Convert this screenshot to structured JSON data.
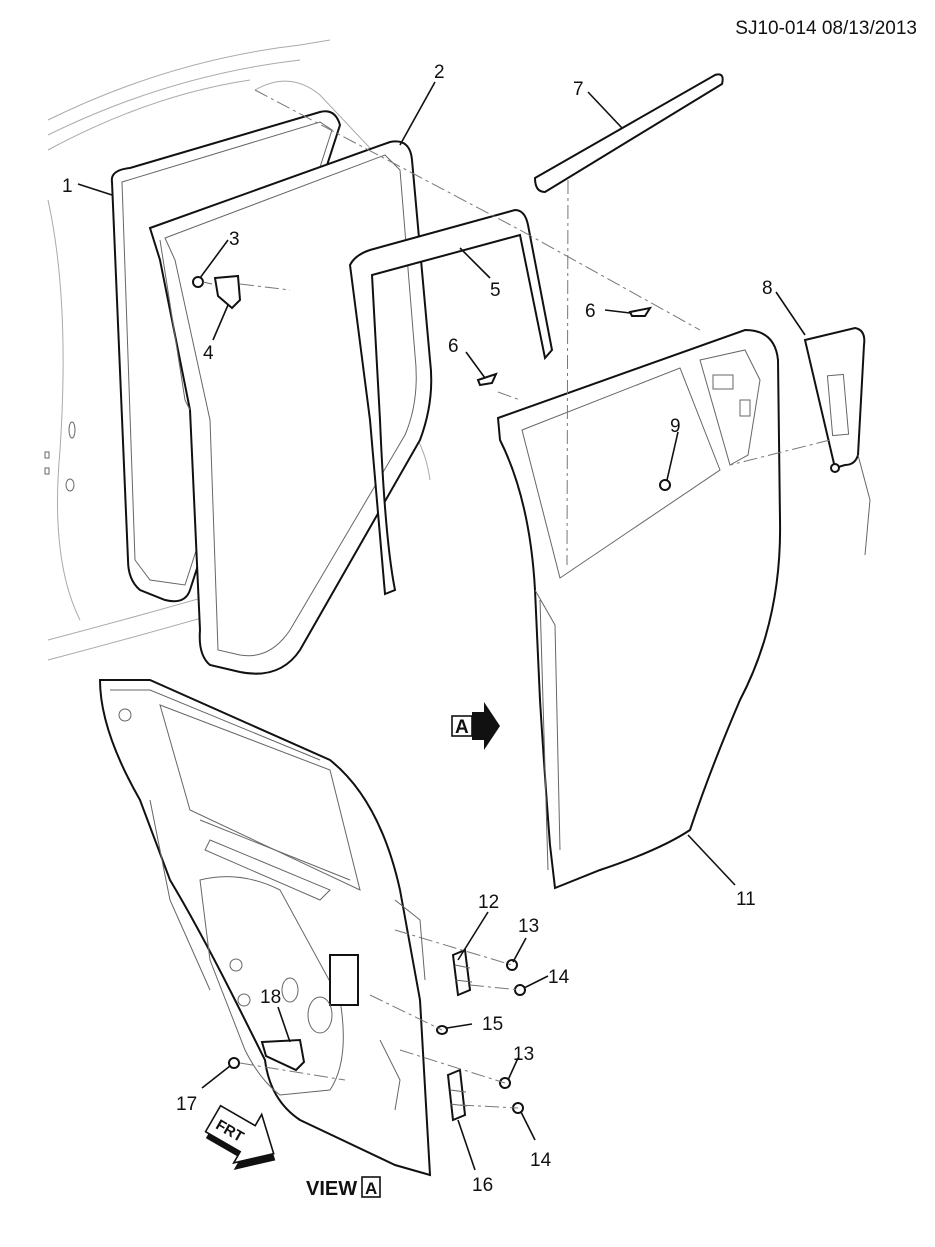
{
  "header": {
    "drawing_code": "SJ10-014 08/13/2013"
  },
  "callouts": [
    "1",
    "2",
    "3",
    "4",
    "5",
    "6",
    "6",
    "7",
    "8",
    "9",
    "11",
    "12",
    "13",
    "13",
    "14",
    "14",
    "15",
    "16",
    "17",
    "18"
  ],
  "view_marker": {
    "letter": "A"
  },
  "view_label": {
    "text": "VIEW",
    "letter": "A"
  },
  "front_arrow": {
    "text": "FRT",
    "icon": "front-direction-arrow-icon"
  }
}
